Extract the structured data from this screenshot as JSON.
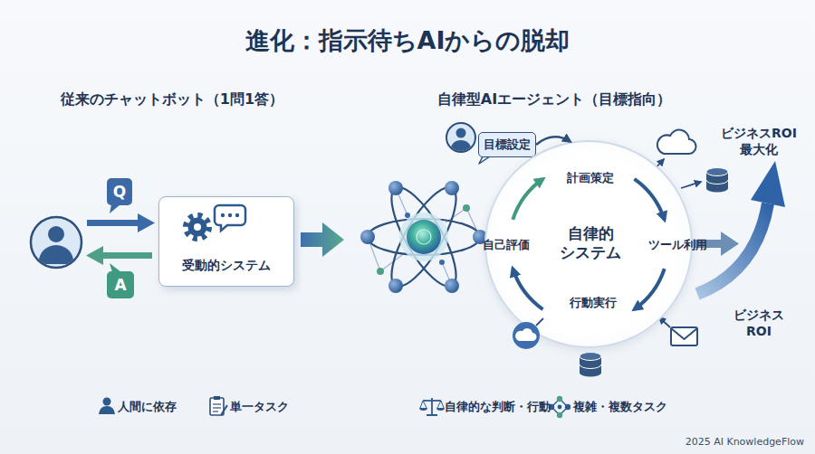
{
  "diagram": {
    "title": "進化：指示待ちAIからの脱却",
    "nodes": [
      {
        "text": [
          "Q"
        ]
      },
      {
        "text": [
          "A"
        ]
      },
      {
        "text": [
          "受動的システム"
        ]
      },
      {
        "text": [
          "目標設定"
        ]
      },
      {
        "text": [
          "自律的 システム",
          "計画策定",
          "ツール利用",
          "行動実行",
          "自己評価"
        ]
      }
    ],
    "edges": [
      {
        "from": 3,
        "to": 4,
        "arrow": "to"
      }
    ],
    "labels": [
      "従来のチャットボット（1問1答）",
      "自律型AIエージェント（目標指向）",
      "ビジネスROI 最大化",
      "ビジネス ROI",
      "人間に依存",
      "単一タスク",
      "自律的な判断・行動",
      "複雑・複数タスク",
      "2025 AI KnowledgeFlow"
    ]
  }
}
